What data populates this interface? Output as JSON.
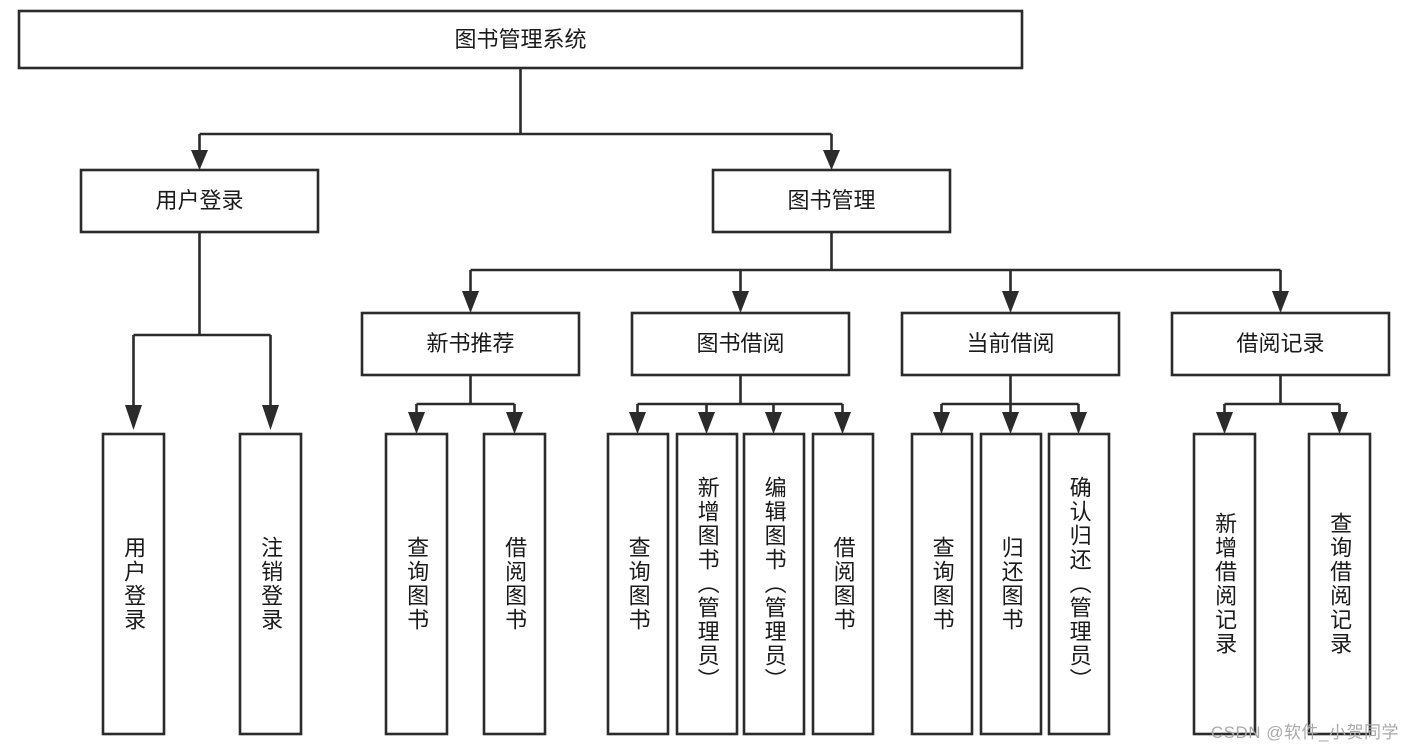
{
  "diagram": {
    "type": "hierarchy-tree",
    "title": "图书管理系统",
    "watermark": "CSDN @软件_小贺同学",
    "colors": {
      "box_stroke": "#2b2b2b",
      "box_fill": "#ffffff",
      "connector": "#2b2b2b",
      "text": "#1a1a1a",
      "background": "#ffffff",
      "watermark": "#a9a9a9"
    },
    "root": {
      "label": "图书管理系统"
    },
    "level2": [
      {
        "label": "用户登录"
      },
      {
        "label": "图书管理"
      }
    ],
    "level3": [
      {
        "label": "新书推荐"
      },
      {
        "label": "图书借阅"
      },
      {
        "label": "当前借阅"
      },
      {
        "label": "借阅记录"
      }
    ],
    "leaves": {
      "user_login": [
        {
          "label": "用户登录"
        },
        {
          "label": "注销登录"
        }
      ],
      "new_book_recommend": [
        {
          "label": "查询图书"
        },
        {
          "label": "借阅图书"
        }
      ],
      "book_borrow": [
        {
          "label": "查询图书"
        },
        {
          "label": "新增图书（管理员）"
        },
        {
          "label": "编辑图书（管理员）"
        },
        {
          "label": "借阅图书"
        }
      ],
      "current_borrow": [
        {
          "label": "查询图书"
        },
        {
          "label": "归还图书"
        },
        {
          "label": "确认归还（管理员）"
        }
      ],
      "borrow_record": [
        {
          "label": "新增借阅记录"
        },
        {
          "label": "查询借阅记录"
        }
      ]
    }
  }
}
